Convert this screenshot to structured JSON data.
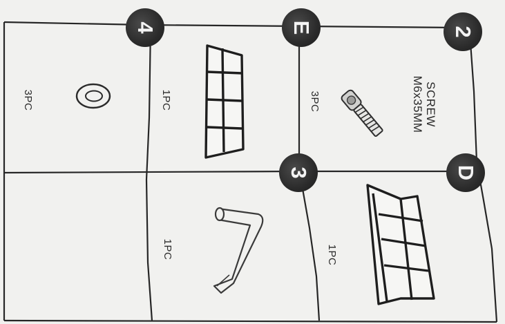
{
  "hardware_sheet": {
    "cells": [
      {
        "badge": "2",
        "part_name_line1": "SCREW",
        "part_name_line2": "M6x35MM",
        "quantity": "3PC",
        "icon": "screw-icon"
      },
      {
        "badge": "E",
        "quantity": "1PC",
        "icon": "curved-slat-panel-icon"
      },
      {
        "badge": "4",
        "quantity": "3PC",
        "icon": "washer-icon"
      },
      {
        "badge": "D",
        "quantity": "1PC",
        "icon": "curved-slat-panel-icon"
      },
      {
        "badge": "3",
        "quantity": "1PC",
        "icon": "allen-key-icon"
      }
    ]
  }
}
